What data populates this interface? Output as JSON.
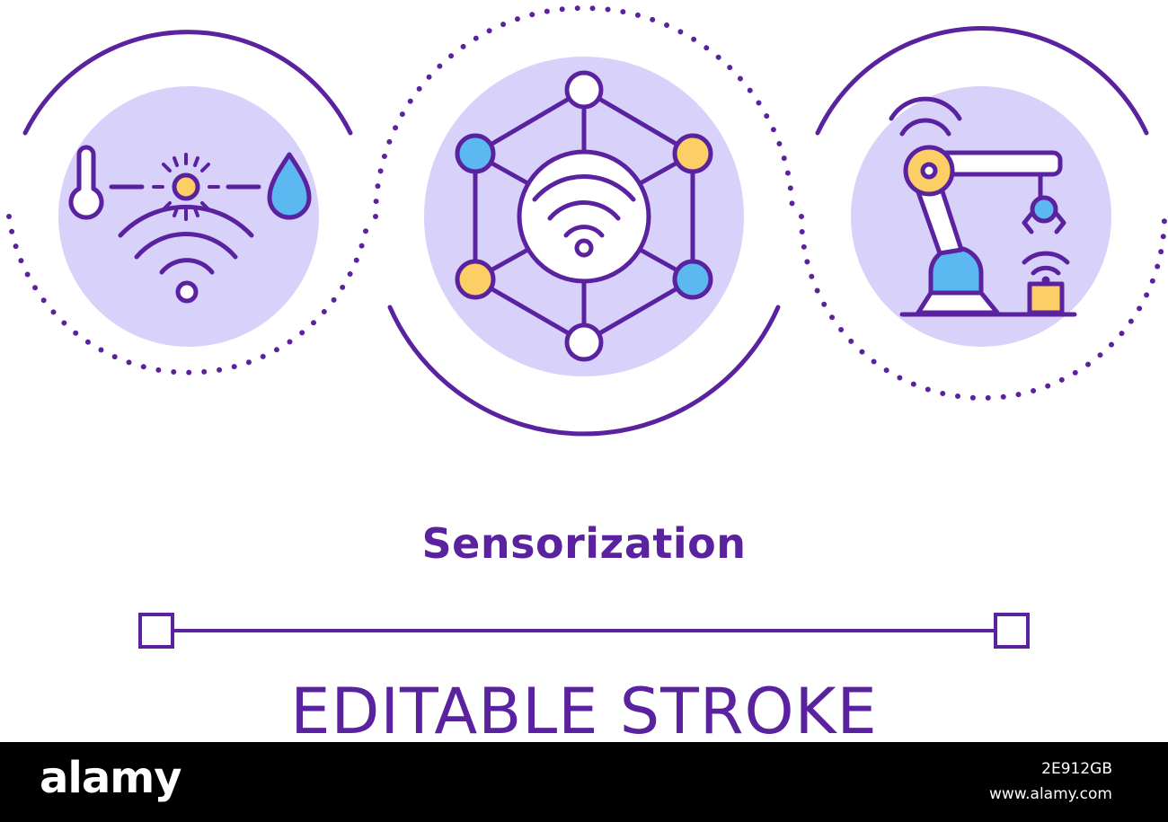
{
  "title": "Sensorization",
  "subtitle": "EDITABLE STROKE",
  "footer": {
    "logo": "alamy",
    "image_id": "2E912GB",
    "url": "www.alamy.com"
  },
  "colors": {
    "stroke": "#5b22a0",
    "disc": "#d8d2fb",
    "blue": "#5bb8f0",
    "yellow": "#fccf66",
    "white": "#ffffff",
    "footer_bg": "#000000"
  },
  "icons": {
    "left": "weather-sensor-icon",
    "center": "network-wifi-icon",
    "right": "robot-arm-icon"
  }
}
